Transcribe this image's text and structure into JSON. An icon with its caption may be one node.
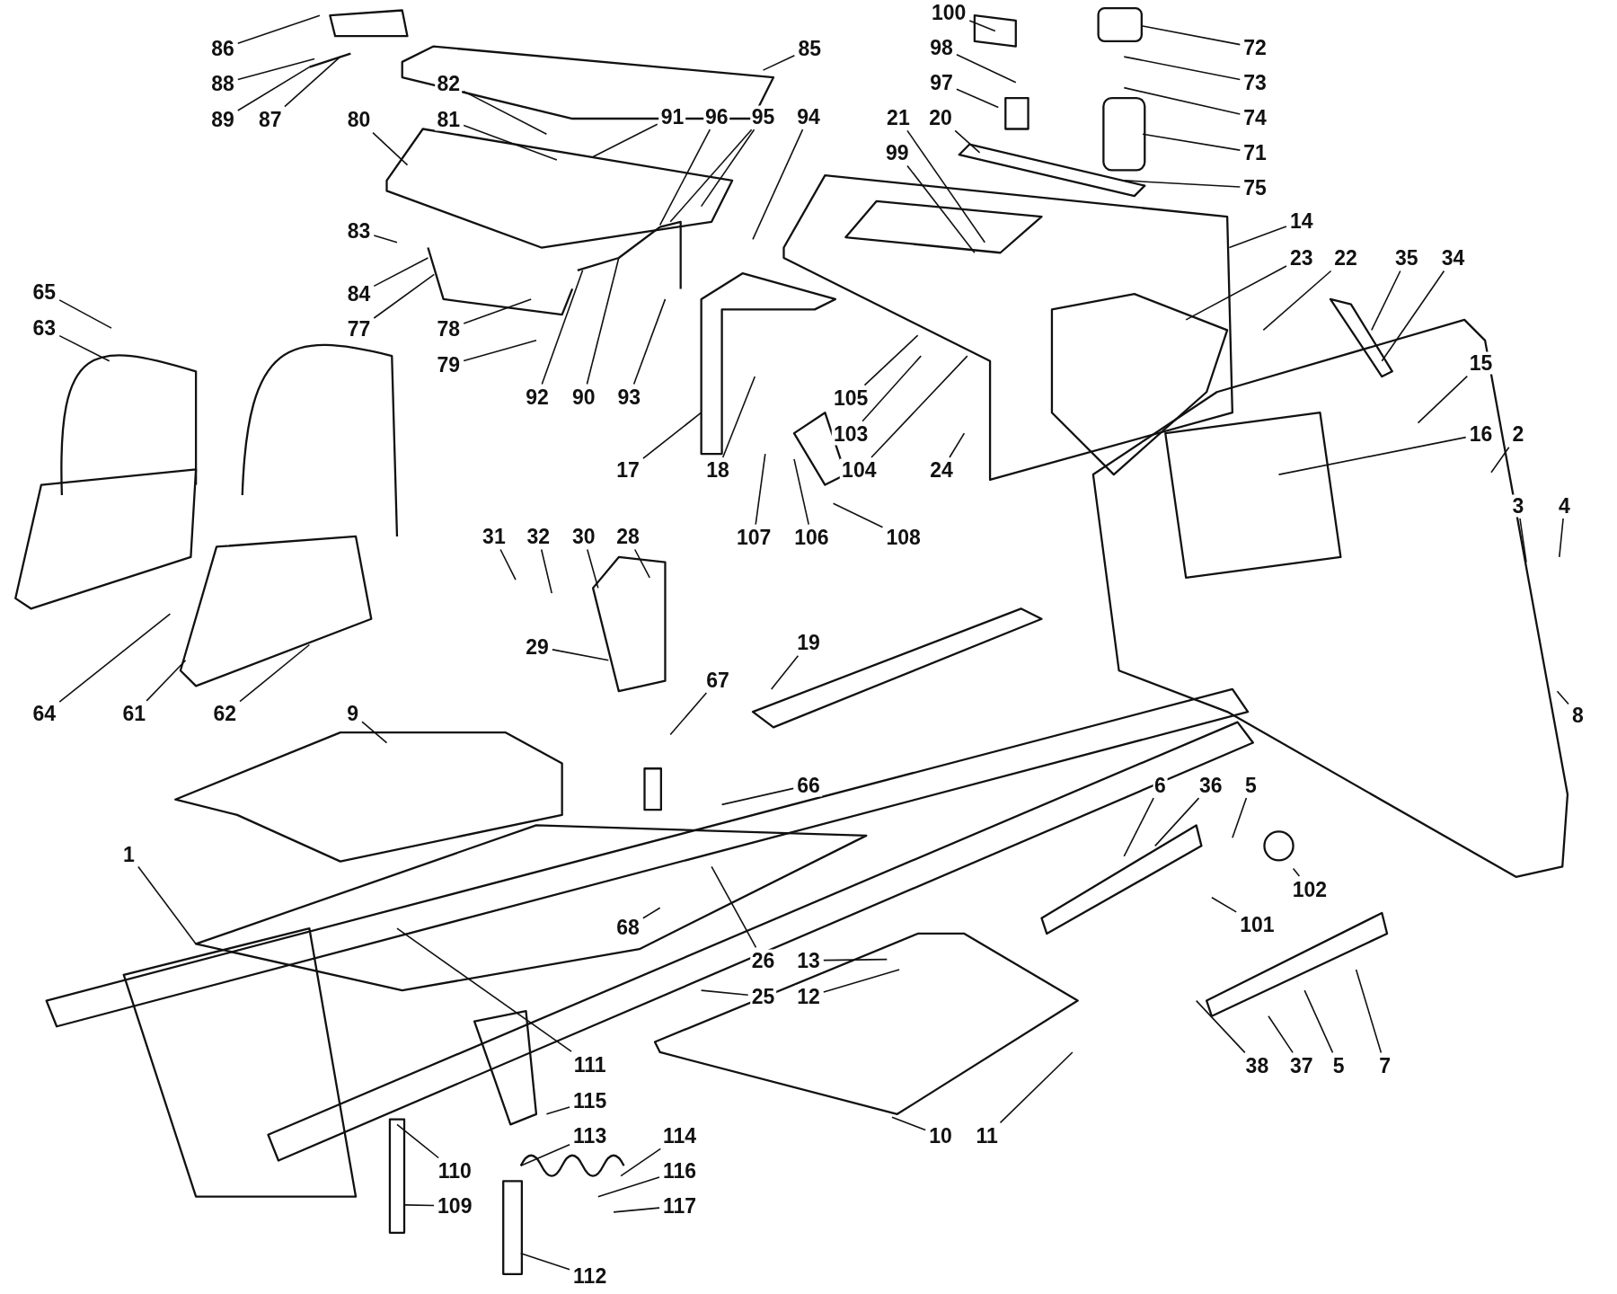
{
  "diagram": {
    "nodes": [
      {
        "text": [
          "86"
        ]
      },
      {
        "text": [
          "100"
        ]
      },
      {
        "text": [
          "72"
        ]
      },
      {
        "text": [
          "85"
        ]
      },
      {
        "text": [
          "98"
        ]
      },
      {
        "text": [
          "88"
        ]
      },
      {
        "text": [
          "82"
        ]
      },
      {
        "text": [
          "97"
        ]
      },
      {
        "text": [
          "73"
        ]
      },
      {
        "text": [
          "89"
        ]
      },
      {
        "text": [
          "87"
        ]
      },
      {
        "text": [
          "80"
        ]
      },
      {
        "text": [
          "81"
        ]
      },
      {
        "text": [
          "91"
        ]
      },
      {
        "text": [
          "96"
        ]
      },
      {
        "text": [
          "95"
        ]
      },
      {
        "text": [
          "94"
        ]
      },
      {
        "text": [
          "21"
        ]
      },
      {
        "text": [
          "20"
        ]
      },
      {
        "text": [
          "74"
        ]
      },
      {
        "text": [
          "99"
        ]
      },
      {
        "text": [
          "71"
        ]
      },
      {
        "text": [
          "75"
        ]
      },
      {
        "text": [
          "14"
        ]
      },
      {
        "text": [
          "83"
        ]
      },
      {
        "text": [
          "23"
        ]
      },
      {
        "text": [
          "22"
        ]
      },
      {
        "text": [
          "35"
        ]
      },
      {
        "text": [
          "34"
        ]
      },
      {
        "text": [
          "65"
        ]
      },
      {
        "text": [
          "84"
        ]
      },
      {
        "text": [
          "63"
        ]
      },
      {
        "text": [
          "77"
        ]
      },
      {
        "text": [
          "78"
        ]
      },
      {
        "text": [
          "15"
        ]
      },
      {
        "text": [
          "79"
        ]
      },
      {
        "text": [
          "92"
        ]
      },
      {
        "text": [
          "90"
        ]
      },
      {
        "text": [
          "93"
        ]
      },
      {
        "text": [
          "105"
        ]
      },
      {
        "text": [
          "103"
        ]
      },
      {
        "text": [
          "16"
        ]
      },
      {
        "text": [
          "2"
        ]
      },
      {
        "text": [
          "17"
        ]
      },
      {
        "text": [
          "18"
        ]
      },
      {
        "text": [
          "104"
        ]
      },
      {
        "text": [
          "24"
        ]
      },
      {
        "text": [
          "3"
        ]
      },
      {
        "text": [
          "4"
        ]
      },
      {
        "text": [
          "31"
        ]
      },
      {
        "text": [
          "32"
        ]
      },
      {
        "text": [
          "30"
        ]
      },
      {
        "text": [
          "28"
        ]
      },
      {
        "text": [
          "107"
        ]
      },
      {
        "text": [
          "106"
        ]
      },
      {
        "text": [
          "108"
        ]
      },
      {
        "text": [
          "19"
        ]
      },
      {
        "text": [
          "29"
        ]
      },
      {
        "text": [
          "67"
        ]
      },
      {
        "text": [
          "64"
        ]
      },
      {
        "text": [
          "61"
        ]
      },
      {
        "text": [
          "62"
        ]
      },
      {
        "text": [
          "9"
        ]
      },
      {
        "text": [
          "8"
        ]
      },
      {
        "text": [
          "66"
        ]
      },
      {
        "text": [
          "6"
        ]
      },
      {
        "text": [
          "36"
        ]
      },
      {
        "text": [
          "5"
        ]
      },
      {
        "text": [
          "1"
        ]
      },
      {
        "text": [
          "102"
        ]
      },
      {
        "text": [
          "101"
        ]
      },
      {
        "text": [
          "68"
        ]
      },
      {
        "text": [
          "26"
        ]
      },
      {
        "text": [
          "13"
        ]
      },
      {
        "text": [
          "25"
        ]
      },
      {
        "text": [
          "12"
        ]
      },
      {
        "text": [
          "111"
        ]
      },
      {
        "text": [
          "38"
        ]
      },
      {
        "text": [
          "37"
        ]
      },
      {
        "text": [
          "5"
        ]
      },
      {
        "text": [
          "7"
        ]
      },
      {
        "text": [
          "115"
        ]
      },
      {
        "text": [
          "113"
        ]
      },
      {
        "text": [
          "114"
        ]
      },
      {
        "text": [
          "10"
        ]
      },
      {
        "text": [
          "11"
        ]
      },
      {
        "text": [
          "110"
        ]
      },
      {
        "text": [
          "116"
        ]
      },
      {
        "text": [
          "109"
        ]
      },
      {
        "text": [
          "117"
        ]
      },
      {
        "text": [
          "112"
        ]
      }
    ],
    "edges": [
      {
        "from": 0,
        "to": null,
        "arrow": "none"
      },
      {
        "from": 1,
        "to": null,
        "arrow": "none"
      },
      {
        "from": 2,
        "to": null,
        "arrow": "none"
      },
      {
        "from": 3,
        "to": null,
        "arrow": "none"
      },
      {
        "from": 4,
        "to": null,
        "arrow": "none"
      },
      {
        "from": 5,
        "to": null,
        "arrow": "none"
      },
      {
        "from": 6,
        "to": null,
        "arrow": "none"
      },
      {
        "from": 7,
        "to": null,
        "arrow": "none"
      },
      {
        "from": 8,
        "to": null,
        "arrow": "none"
      },
      {
        "from": 9,
        "to": null,
        "arrow": "none"
      },
      {
        "from": 10,
        "to": null,
        "arrow": "none"
      },
      {
        "from": 11,
        "to": null,
        "arrow": "none"
      },
      {
        "from": 12,
        "to": null,
        "arrow": "none"
      },
      {
        "from": 13,
        "to": null,
        "arrow": "none"
      },
      {
        "from": 14,
        "to": null,
        "arrow": "none"
      },
      {
        "from": 15,
        "to": null,
        "arrow": "none"
      },
      {
        "from": 16,
        "to": null,
        "arrow": "none"
      },
      {
        "from": 17,
        "to": null,
        "arrow": "none"
      },
      {
        "from": 18,
        "to": null,
        "arrow": "none"
      },
      {
        "from": 19,
        "to": null,
        "arrow": "none"
      },
      {
        "from": 20,
        "to": null,
        "arrow": "none"
      },
      {
        "from": 21,
        "to": null,
        "arrow": "none"
      },
      {
        "from": 22,
        "to": null,
        "arrow": "none"
      },
      {
        "from": 23,
        "to": null,
        "arrow": "none"
      },
      {
        "from": 24,
        "to": null,
        "arrow": "none"
      },
      {
        "from": 25,
        "to": null,
        "arrow": "none"
      },
      {
        "from": 26,
        "to": null,
        "arrow": "none"
      },
      {
        "from": 27,
        "to": null,
        "arrow": "none"
      },
      {
        "from": 28,
        "to": null,
        "arrow": "none"
      },
      {
        "from": 29,
        "to": null,
        "arrow": "none"
      },
      {
        "from": 30,
        "to": null,
        "arrow": "none"
      },
      {
        "from": 31,
        "to": null,
        "arrow": "none"
      },
      {
        "from": 32,
        "to": null,
        "arrow": "none"
      },
      {
        "from": 33,
        "to": null,
        "arrow": "none"
      },
      {
        "from": 34,
        "to": null,
        "arrow": "none"
      },
      {
        "from": 35,
        "to": null,
        "arrow": "none"
      },
      {
        "from": 36,
        "to": null,
        "arrow": "none"
      },
      {
        "from": 37,
        "to": null,
        "arrow": "none"
      },
      {
        "from": 38,
        "to": null,
        "arrow": "none"
      },
      {
        "from": 39,
        "to": null,
        "arrow": "none"
      },
      {
        "from": 40,
        "to": null,
        "arrow": "none"
      },
      {
        "from": 41,
        "to": null,
        "arrow": "none"
      },
      {
        "from": 42,
        "to": null,
        "arrow": "none"
      },
      {
        "from": 43,
        "to": null,
        "arrow": "none"
      },
      {
        "from": 44,
        "to": null,
        "arrow": "none"
      },
      {
        "from": 45,
        "to": null,
        "arrow": "none"
      },
      {
        "from": 46,
        "to": null,
        "arrow": "none"
      },
      {
        "from": 47,
        "to": null,
        "arrow": "none"
      },
      {
        "from": 48,
        "to": null,
        "arrow": "none"
      },
      {
        "from": 49,
        "to": null,
        "arrow": "none"
      },
      {
        "from": 50,
        "to": null,
        "arrow": "none"
      },
      {
        "from": 51,
        "to": null,
        "arrow": "none"
      },
      {
        "from": 52,
        "to": null,
        "arrow": "none"
      },
      {
        "from": 53,
        "to": null,
        "arrow": "none"
      },
      {
        "from": 54,
        "to": null,
        "arrow": "none"
      },
      {
        "from": 55,
        "to": null,
        "arrow": "none"
      },
      {
        "from": 56,
        "to": null,
        "arrow": "none"
      },
      {
        "from": 57,
        "to": null,
        "arrow": "none"
      },
      {
        "from": 58,
        "to": null,
        "arrow": "none"
      },
      {
        "from": 59,
        "to": null,
        "arrow": "none"
      },
      {
        "from": 60,
        "to": null,
        "arrow": "none"
      },
      {
        "from": 61,
        "to": null,
        "arrow": "none"
      },
      {
        "from": 62,
        "to": null,
        "arrow": "none"
      },
      {
        "from": 63,
        "to": null,
        "arrow": "none"
      },
      {
        "from": 64,
        "to": null,
        "arrow": "none"
      },
      {
        "from": 65,
        "to": null,
        "arrow": "none"
      },
      {
        "from": 66,
        "to": null,
        "arrow": "none"
      },
      {
        "from": 67,
        "to": null,
        "arrow": "none"
      },
      {
        "from": 68,
        "to": null,
        "arrow": "none"
      },
      {
        "from": 69,
        "to": null,
        "arrow": "none"
      },
      {
        "from": 70,
        "to": null,
        "arrow": "none"
      },
      {
        "from": 71,
        "to": null,
        "arrow": "none"
      },
      {
        "from": 72,
        "to": null,
        "arrow": "none"
      },
      {
        "from": 73,
        "to": null,
        "arrow": "none"
      },
      {
        "from": 74,
        "to": null,
        "arrow": "none"
      },
      {
        "from": 75,
        "to": null,
        "arrow": "none"
      },
      {
        "from": 76,
        "to": null,
        "arrow": "none"
      },
      {
        "from": 77,
        "to": null,
        "arrow": "none"
      },
      {
        "from": 78,
        "to": null,
        "arrow": "none"
      },
      {
        "from": 79,
        "to": null,
        "arrow": "none"
      },
      {
        "from": 80,
        "to": null,
        "arrow": "none"
      },
      {
        "from": 81,
        "to": null,
        "arrow": "none"
      },
      {
        "from": 82,
        "to": null,
        "arrow": "none"
      },
      {
        "from": 83,
        "to": null,
        "arrow": "none"
      },
      {
        "from": 84,
        "to": null,
        "arrow": "none"
      },
      {
        "from": 85,
        "to": null,
        "arrow": "none"
      },
      {
        "from": 86,
        "to": null,
        "arrow": "none"
      },
      {
        "from": 87,
        "to": null,
        "arrow": "none"
      },
      {
        "from": 88,
        "to": null,
        "arrow": "none"
      },
      {
        "from": 89,
        "to": null,
        "arrow": "none"
      },
      {
        "from": 90,
        "to": null,
        "arrow": "none"
      },
      {
        "from": 15,
        "to": null,
        "arrow": "none"
      }
    ]
  }
}
